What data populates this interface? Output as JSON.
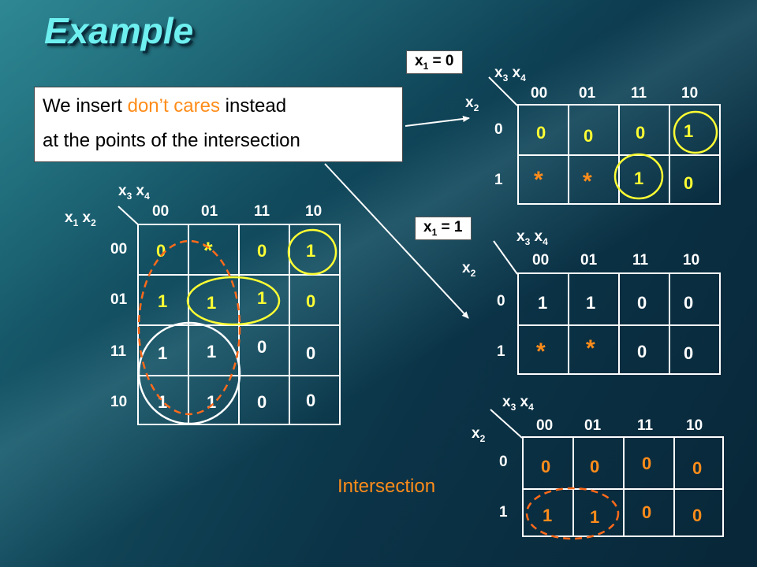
{
  "slide": {
    "title": "Example",
    "note_line1_pre": "We insert ",
    "note_highlight": "don’t cares",
    "note_line1_post": " instead",
    "note_line2": "at the points of the intersection",
    "intersection_label": "Intersection"
  },
  "main_map": {
    "row_var": "x",
    "row_var_subs": [
      "1",
      "2"
    ],
    "col_var": "x",
    "col_var_subs": [
      "3",
      "4"
    ],
    "col_headers": [
      "00",
      "01",
      "11",
      "10"
    ],
    "row_headers": [
      "00",
      "01",
      "11",
      "10"
    ],
    "cells": [
      [
        "0",
        "*",
        "0",
        "1"
      ],
      [
        "1",
        "1",
        "1",
        "0"
      ],
      [
        "1",
        "1",
        "0",
        "0"
      ],
      [
        "1",
        "1",
        "0",
        "0"
      ]
    ]
  },
  "map_x1_0": {
    "condition": "x",
    "condition_sub": "1",
    "condition_value": " = 0",
    "row_var": "x",
    "row_var_sub": "2",
    "col_var": "x",
    "col_var_subs": [
      "3",
      "4"
    ],
    "col_headers": [
      "00",
      "01",
      "11",
      "10"
    ],
    "row_headers": [
      "0",
      "1"
    ],
    "cells": [
      [
        "0",
        "0",
        "0",
        "1"
      ],
      [
        "*",
        "*",
        "1",
        "0"
      ]
    ]
  },
  "map_x1_1": {
    "condition": "x",
    "condition_sub": "1",
    "condition_value": " = 1",
    "row_var": "x",
    "row_var_sub": "2",
    "col_var": "x",
    "col_var_subs": [
      "3",
      "4"
    ],
    "col_headers": [
      "00",
      "01",
      "11",
      "10"
    ],
    "row_headers": [
      "0",
      "1"
    ],
    "cells": [
      [
        "1",
        "1",
        "0",
        "0"
      ],
      [
        "*",
        "*",
        "0",
        "0"
      ]
    ]
  },
  "map_intersection": {
    "row_var": "x",
    "row_var_sub": "2",
    "col_var": "x",
    "col_var_subs": [
      "3",
      "4"
    ],
    "col_headers": [
      "00",
      "01",
      "11",
      "10"
    ],
    "row_headers": [
      "0",
      "1"
    ],
    "cells": [
      [
        "0",
        "0",
        "0",
        "0"
      ],
      [
        "1",
        "1",
        "0",
        "0"
      ]
    ]
  },
  "colors": {
    "title": "#6ff0f0",
    "highlight": "#ff8c1a",
    "value_white": "#ffffff",
    "value_yellow": "#ffff33",
    "value_orange": "#ff8c1a",
    "group_yellow": "#ffff33",
    "group_orange_dashed": "#ff6a1a",
    "group_white": "#ffffff"
  }
}
